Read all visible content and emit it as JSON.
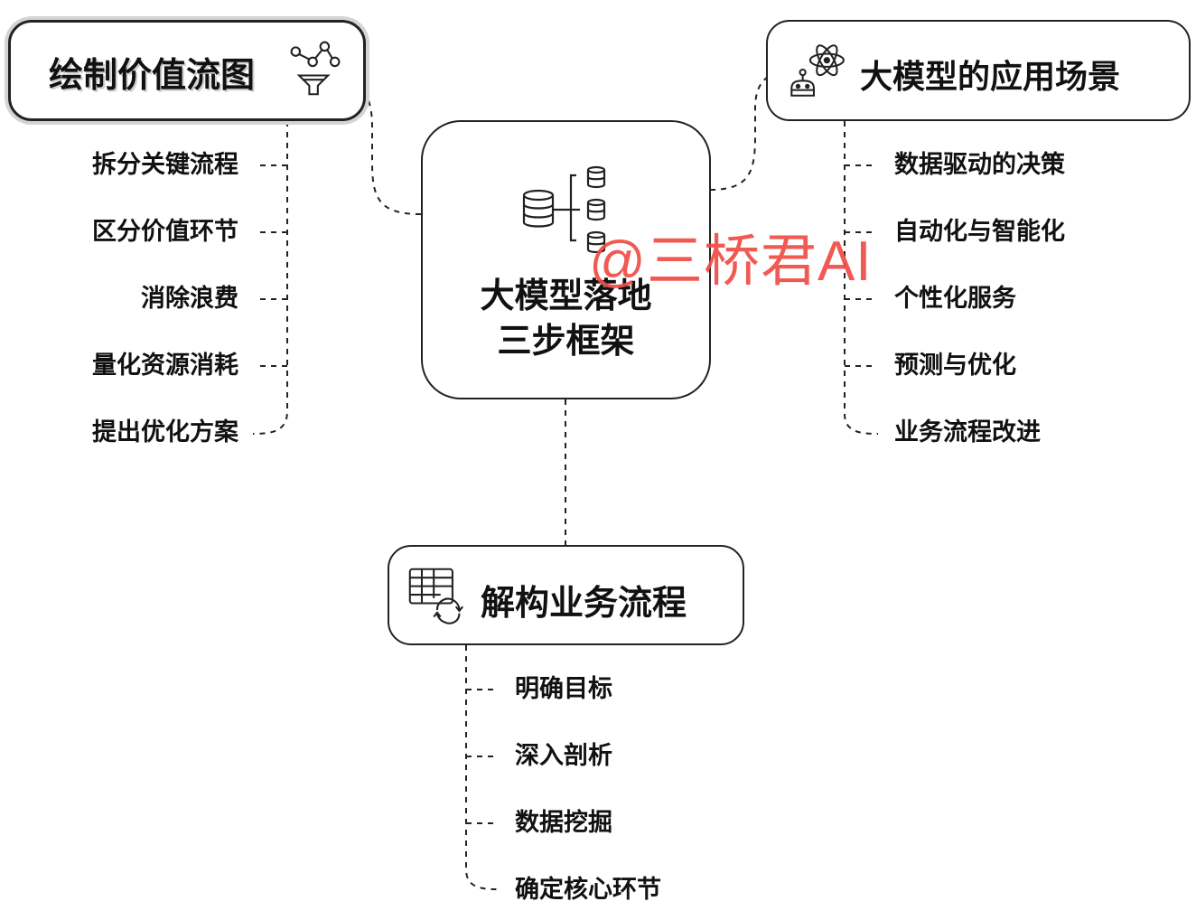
{
  "center": {
    "title_line1": "大模型落地",
    "title_line2": "三步框架",
    "icon": "database-tree-icon"
  },
  "branch_left": {
    "title": "绘制价值流图",
    "icon": "funnel-nodes-icon",
    "items": [
      "拆分关键流程",
      "区分价值环节",
      "消除浪费",
      "量化资源消耗",
      "提出优化方案"
    ]
  },
  "branch_right": {
    "title": "大模型的应用场景",
    "icon": "robot-atom-icon",
    "items": [
      "数据驱动的决策",
      "自动化与智能化",
      "个性化服务",
      "预测与优化",
      "业务流程改进"
    ]
  },
  "branch_bottom": {
    "title": "解构业务流程",
    "icon": "table-refresh-icon",
    "items": [
      "明确目标",
      "深入剖析",
      "数据挖掘",
      "确定核心环节"
    ]
  },
  "watermark": "@三桥君AI",
  "colors": {
    "line": "#222222",
    "watermark": "#ef4d45",
    "shadow": "#cfcfcf"
  }
}
